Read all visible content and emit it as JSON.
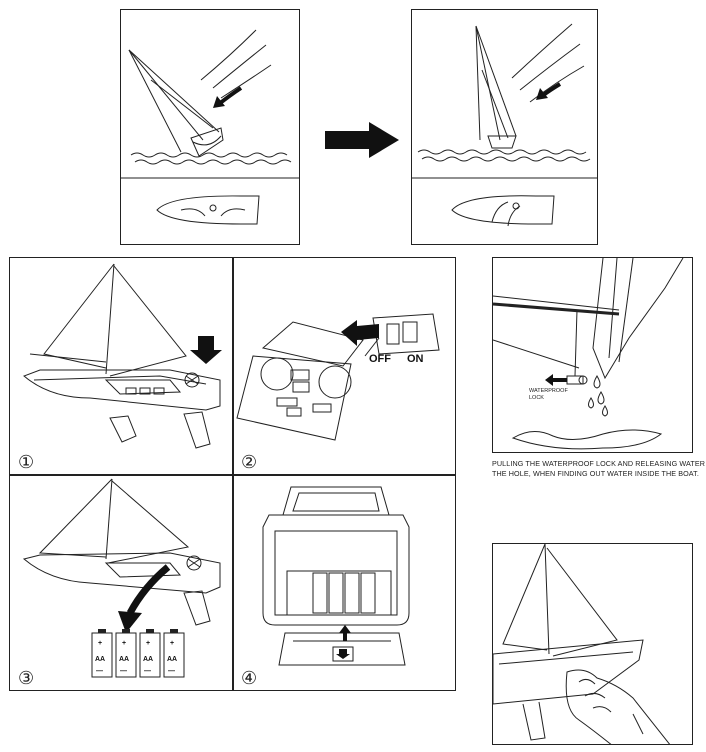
{
  "steps": [
    {
      "number": "①"
    },
    {
      "number": "②",
      "switch_off": "OFF",
      "switch_on": "ON"
    },
    {
      "number": "③",
      "battery_label": "AA",
      "plus_sign": "+",
      "minus_sign": "—"
    },
    {
      "number": "④"
    }
  ],
  "waterproof": {
    "lock_label_line1": "WATERPROOF",
    "lock_label_line2": "LOCK",
    "caption_line1": "PULLING THE WATERPROOF LOCK AND RELEASING WATER FR",
    "caption_line2": "THE HOLE, WHEN FINDING OUT WATER  INSIDE THE BOAT."
  },
  "colors": {
    "ink": "#222222",
    "paper": "#ffffff",
    "arrow": "#111111"
  },
  "icons": [
    "heeling-sailboat-icon",
    "upright-sailboat-icon",
    "right-arrow-icon",
    "down-arrow-icon",
    "curved-arrow-icon",
    "left-arrow-icon",
    "up-arrow-icon",
    "water-drop-icon",
    "hand-icon",
    "battery-icon"
  ]
}
